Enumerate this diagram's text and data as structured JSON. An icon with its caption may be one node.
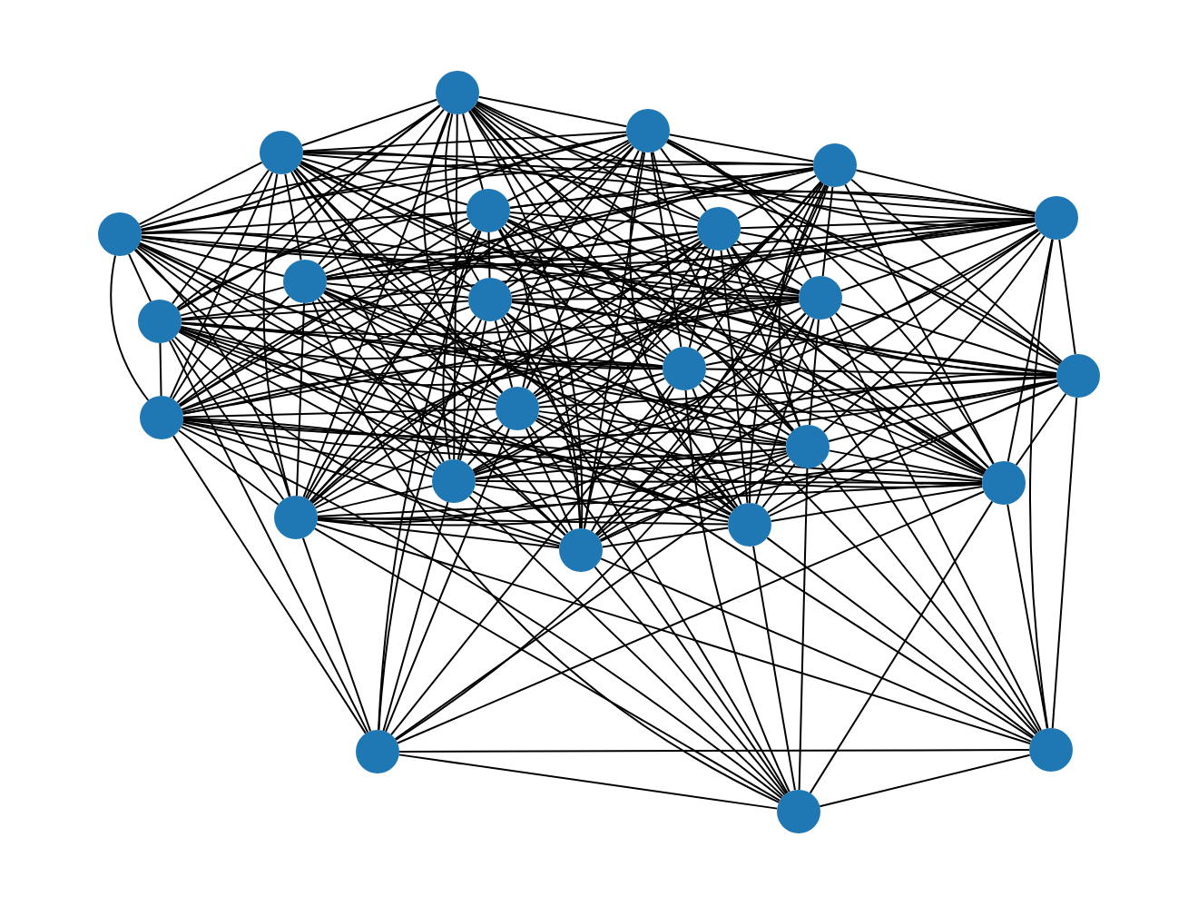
{
  "diagram": {
    "nodes": [
      {
        "text": [],
        "shape": "circle"
      },
      {
        "text": [],
        "shape": "circle"
      },
      {
        "text": [],
        "shape": "circle"
      },
      {
        "text": [],
        "shape": "circle"
      },
      {
        "text": [],
        "shape": "circle"
      },
      {
        "text": [],
        "shape": "circle"
      },
      {
        "text": [],
        "shape": "circle"
      },
      {
        "text": [],
        "shape": "circle"
      },
      {
        "text": [],
        "shape": "circle"
      },
      {
        "text": [],
        "shape": "circle"
      },
      {
        "text": [],
        "shape": "circle"
      },
      {
        "text": [],
        "shape": "circle"
      },
      {
        "text": [],
        "shape": "circle"
      },
      {
        "text": [],
        "shape": "circle"
      },
      {
        "text": [],
        "shape": "circle"
      },
      {
        "text": [],
        "shape": "circle"
      },
      {
        "text": [],
        "shape": "circle"
      },
      {
        "text": [],
        "shape": "circle"
      },
      {
        "text": [],
        "shape": "circle"
      },
      {
        "text": [],
        "shape": "circle"
      },
      {
        "text": [],
        "shape": "circle"
      },
      {
        "text": [],
        "shape": "circle"
      },
      {
        "text": [],
        "shape": "circle"
      },
      {
        "text": [],
        "shape": "circle"
      },
      {
        "text": [],
        "shape": "circle"
      }
    ],
    "edges": [
      {
        "from": 0,
        "to": 1,
        "arrow": "none"
      },
      {
        "from": 0,
        "to": 2,
        "arrow": "none"
      },
      {
        "from": 0,
        "to": 3,
        "arrow": "none"
      },
      {
        "from": 0,
        "to": 4,
        "arrow": "none"
      },
      {
        "from": 0,
        "to": 5,
        "arrow": "none"
      },
      {
        "from": 0,
        "to": 6,
        "arrow": "none"
      },
      {
        "from": 0,
        "to": 7,
        "arrow": "none"
      },
      {
        "from": 0,
        "to": 8,
        "arrow": "none"
      },
      {
        "from": 0,
        "to": 9,
        "arrow": "none"
      },
      {
        "from": 0,
        "to": 10,
        "arrow": "none"
      },
      {
        "from": 0,
        "to": 11,
        "arrow": "none"
      },
      {
        "from": 0,
        "to": 12,
        "arrow": "none"
      },
      {
        "from": 0,
        "to": 13,
        "arrow": "none"
      },
      {
        "from": 0,
        "to": 14,
        "arrow": "none"
      },
      {
        "from": 0,
        "to": 15,
        "arrow": "none"
      },
      {
        "from": 0,
        "to": 16,
        "arrow": "none"
      },
      {
        "from": 0,
        "to": 17,
        "arrow": "none"
      },
      {
        "from": 0,
        "to": 18,
        "arrow": "none"
      },
      {
        "from": 0,
        "to": 19,
        "arrow": "none"
      },
      {
        "from": 0,
        "to": 20,
        "arrow": "none"
      },
      {
        "from": 0,
        "to": 21,
        "arrow": "none"
      },
      {
        "from": 1,
        "to": 2,
        "arrow": "none"
      },
      {
        "from": 1,
        "to": 3,
        "arrow": "none"
      },
      {
        "from": 1,
        "to": 4,
        "arrow": "none"
      },
      {
        "from": 1,
        "to": 5,
        "arrow": "none"
      },
      {
        "from": 1,
        "to": 6,
        "arrow": "none"
      },
      {
        "from": 1,
        "to": 7,
        "arrow": "none"
      },
      {
        "from": 1,
        "to": 8,
        "arrow": "none"
      },
      {
        "from": 1,
        "to": 9,
        "arrow": "none"
      },
      {
        "from": 1,
        "to": 10,
        "arrow": "none"
      },
      {
        "from": 1,
        "to": 11,
        "arrow": "none"
      },
      {
        "from": 1,
        "to": 12,
        "arrow": "none"
      },
      {
        "from": 1,
        "to": 13,
        "arrow": "none"
      },
      {
        "from": 1,
        "to": 14,
        "arrow": "none"
      },
      {
        "from": 1,
        "to": 15,
        "arrow": "none"
      },
      {
        "from": 1,
        "to": 16,
        "arrow": "none"
      },
      {
        "from": 1,
        "to": 17,
        "arrow": "none"
      },
      {
        "from": 1,
        "to": 18,
        "arrow": "none"
      },
      {
        "from": 1,
        "to": 19,
        "arrow": "none"
      },
      {
        "from": 1,
        "to": 20,
        "arrow": "none"
      },
      {
        "from": 1,
        "to": 21,
        "arrow": "none"
      },
      {
        "from": 2,
        "to": 3,
        "arrow": "none"
      },
      {
        "from": 2,
        "to": 4,
        "arrow": "none"
      },
      {
        "from": 2,
        "to": 5,
        "arrow": "none"
      },
      {
        "from": 2,
        "to": 6,
        "arrow": "none"
      },
      {
        "from": 2,
        "to": 7,
        "arrow": "none"
      },
      {
        "from": 2,
        "to": 8,
        "arrow": "none"
      },
      {
        "from": 2,
        "to": 9,
        "arrow": "none"
      },
      {
        "from": 2,
        "to": 10,
        "arrow": "none"
      },
      {
        "from": 2,
        "to": 11,
        "arrow": "none"
      },
      {
        "from": 2,
        "to": 12,
        "arrow": "none"
      },
      {
        "from": 2,
        "to": 13,
        "arrow": "none"
      },
      {
        "from": 2,
        "to": 14,
        "arrow": "none"
      },
      {
        "from": 2,
        "to": 15,
        "arrow": "none"
      },
      {
        "from": 2,
        "to": 16,
        "arrow": "none"
      },
      {
        "from": 2,
        "to": 17,
        "arrow": "none"
      },
      {
        "from": 2,
        "to": 18,
        "arrow": "none"
      },
      {
        "from": 2,
        "to": 19,
        "arrow": "none"
      },
      {
        "from": 2,
        "to": 20,
        "arrow": "none"
      },
      {
        "from": 2,
        "to": 21,
        "arrow": "none"
      },
      {
        "from": 3,
        "to": 4,
        "arrow": "none"
      },
      {
        "from": 3,
        "to": 5,
        "arrow": "none"
      },
      {
        "from": 3,
        "to": 6,
        "arrow": "none"
      },
      {
        "from": 3,
        "to": 7,
        "arrow": "none"
      },
      {
        "from": 3,
        "to": 8,
        "arrow": "none"
      },
      {
        "from": 3,
        "to": 9,
        "arrow": "none"
      },
      {
        "from": 3,
        "to": 10,
        "arrow": "none"
      },
      {
        "from": 3,
        "to": 11,
        "arrow": "none"
      },
      {
        "from": 3,
        "to": 12,
        "arrow": "none"
      },
      {
        "from": 3,
        "to": 13,
        "arrow": "none"
      },
      {
        "from": 3,
        "to": 14,
        "arrow": "none"
      },
      {
        "from": 3,
        "to": 15,
        "arrow": "none"
      },
      {
        "from": 3,
        "to": 16,
        "arrow": "none"
      },
      {
        "from": 3,
        "to": 17,
        "arrow": "none"
      },
      {
        "from": 3,
        "to": 18,
        "arrow": "none"
      },
      {
        "from": 3,
        "to": 19,
        "arrow": "none"
      },
      {
        "from": 3,
        "to": 20,
        "arrow": "none"
      },
      {
        "from": 3,
        "to": 21,
        "arrow": "none"
      },
      {
        "from": 4,
        "to": 5,
        "arrow": "none"
      },
      {
        "from": 4,
        "to": 6,
        "arrow": "none"
      },
      {
        "from": 4,
        "to": 7,
        "arrow": "none"
      },
      {
        "from": 4,
        "to": 8,
        "arrow": "none"
      },
      {
        "from": 4,
        "to": 9,
        "arrow": "none"
      },
      {
        "from": 4,
        "to": 10,
        "arrow": "none"
      },
      {
        "from": 4,
        "to": 11,
        "arrow": "none"
      },
      {
        "from": 4,
        "to": 12,
        "arrow": "none"
      },
      {
        "from": 4,
        "to": 13,
        "arrow": "none"
      },
      {
        "from": 4,
        "to": 14,
        "arrow": "none"
      },
      {
        "from": 4,
        "to": 15,
        "arrow": "none"
      },
      {
        "from": 4,
        "to": 16,
        "arrow": "none"
      },
      {
        "from": 4,
        "to": 17,
        "arrow": "none"
      },
      {
        "from": 4,
        "to": 18,
        "arrow": "none"
      },
      {
        "from": 4,
        "to": 19,
        "arrow": "none"
      },
      {
        "from": 4,
        "to": 20,
        "arrow": "none"
      },
      {
        "from": 4,
        "to": 21,
        "arrow": "none"
      },
      {
        "from": 5,
        "to": 6,
        "arrow": "none"
      },
      {
        "from": 5,
        "to": 7,
        "arrow": "none"
      },
      {
        "from": 5,
        "to": 8,
        "arrow": "none"
      },
      {
        "from": 5,
        "to": 9,
        "arrow": "none"
      },
      {
        "from": 5,
        "to": 10,
        "arrow": "none"
      },
      {
        "from": 5,
        "to": 11,
        "arrow": "none"
      },
      {
        "from": 5,
        "to": 12,
        "arrow": "none"
      },
      {
        "from": 5,
        "to": 13,
        "arrow": "none"
      },
      {
        "from": 5,
        "to": 14,
        "arrow": "none"
      },
      {
        "from": 5,
        "to": 15,
        "arrow": "none"
      },
      {
        "from": 5,
        "to": 16,
        "arrow": "none"
      },
      {
        "from": 5,
        "to": 17,
        "arrow": "none"
      },
      {
        "from": 5,
        "to": 18,
        "arrow": "none"
      },
      {
        "from": 5,
        "to": 19,
        "arrow": "none"
      },
      {
        "from": 5,
        "to": 20,
        "arrow": "none"
      },
      {
        "from": 5,
        "to": 21,
        "arrow": "none"
      },
      {
        "from": 6,
        "to": 7,
        "arrow": "none"
      },
      {
        "from": 6,
        "to": 8,
        "arrow": "none"
      },
      {
        "from": 6,
        "to": 9,
        "arrow": "none"
      },
      {
        "from": 6,
        "to": 10,
        "arrow": "none"
      },
      {
        "from": 6,
        "to": 11,
        "arrow": "none"
      },
      {
        "from": 6,
        "to": 12,
        "arrow": "none"
      },
      {
        "from": 6,
        "to": 13,
        "arrow": "none"
      },
      {
        "from": 6,
        "to": 14,
        "arrow": "none"
      },
      {
        "from": 6,
        "to": 15,
        "arrow": "none"
      },
      {
        "from": 6,
        "to": 16,
        "arrow": "none"
      },
      {
        "from": 6,
        "to": 17,
        "arrow": "none"
      },
      {
        "from": 6,
        "to": 18,
        "arrow": "none"
      },
      {
        "from": 6,
        "to": 19,
        "arrow": "none"
      },
      {
        "from": 6,
        "to": 20,
        "arrow": "none"
      },
      {
        "from": 6,
        "to": 21,
        "arrow": "none"
      },
      {
        "from": 7,
        "to": 8,
        "arrow": "none"
      },
      {
        "from": 7,
        "to": 9,
        "arrow": "none"
      },
      {
        "from": 7,
        "to": 10,
        "arrow": "none"
      },
      {
        "from": 7,
        "to": 11,
        "arrow": "none"
      },
      {
        "from": 7,
        "to": 12,
        "arrow": "none"
      },
      {
        "from": 7,
        "to": 13,
        "arrow": "none"
      },
      {
        "from": 7,
        "to": 14,
        "arrow": "none"
      },
      {
        "from": 7,
        "to": 15,
        "arrow": "none"
      },
      {
        "from": 7,
        "to": 16,
        "arrow": "none"
      },
      {
        "from": 7,
        "to": 17,
        "arrow": "none"
      },
      {
        "from": 7,
        "to": 18,
        "arrow": "none"
      },
      {
        "from": 7,
        "to": 19,
        "arrow": "none"
      },
      {
        "from": 7,
        "to": 20,
        "arrow": "none"
      },
      {
        "from": 7,
        "to": 21,
        "arrow": "none"
      },
      {
        "from": 8,
        "to": 9,
        "arrow": "none"
      },
      {
        "from": 8,
        "to": 10,
        "arrow": "none"
      },
      {
        "from": 8,
        "to": 11,
        "arrow": "none"
      },
      {
        "from": 8,
        "to": 12,
        "arrow": "none"
      },
      {
        "from": 8,
        "to": 13,
        "arrow": "none"
      },
      {
        "from": 8,
        "to": 14,
        "arrow": "none"
      },
      {
        "from": 8,
        "to": 15,
        "arrow": "none"
      },
      {
        "from": 8,
        "to": 16,
        "arrow": "none"
      },
      {
        "from": 8,
        "to": 17,
        "arrow": "none"
      },
      {
        "from": 8,
        "to": 18,
        "arrow": "none"
      },
      {
        "from": 8,
        "to": 19,
        "arrow": "none"
      },
      {
        "from": 8,
        "to": 20,
        "arrow": "none"
      },
      {
        "from": 8,
        "to": 21,
        "arrow": "none"
      },
      {
        "from": 9,
        "to": 10,
        "arrow": "none"
      },
      {
        "from": 9,
        "to": 11,
        "arrow": "none"
      },
      {
        "from": 9,
        "to": 12,
        "arrow": "none"
      },
      {
        "from": 9,
        "to": 13,
        "arrow": "none"
      },
      {
        "from": 9,
        "to": 14,
        "arrow": "none"
      },
      {
        "from": 9,
        "to": 15,
        "arrow": "none"
      },
      {
        "from": 9,
        "to": 16,
        "arrow": "none"
      },
      {
        "from": 9,
        "to": 17,
        "arrow": "none"
      },
      {
        "from": 9,
        "to": 18,
        "arrow": "none"
      },
      {
        "from": 9,
        "to": 19,
        "arrow": "none"
      },
      {
        "from": 9,
        "to": 20,
        "arrow": "none"
      },
      {
        "from": 9,
        "to": 21,
        "arrow": "none"
      },
      {
        "from": 10,
        "to": 11,
        "arrow": "none"
      },
      {
        "from": 10,
        "to": 12,
        "arrow": "none"
      },
      {
        "from": 10,
        "to": 13,
        "arrow": "none"
      },
      {
        "from": 10,
        "to": 14,
        "arrow": "none"
      },
      {
        "from": 10,
        "to": 15,
        "arrow": "none"
      },
      {
        "from": 10,
        "to": 16,
        "arrow": "none"
      },
      {
        "from": 10,
        "to": 17,
        "arrow": "none"
      },
      {
        "from": 10,
        "to": 18,
        "arrow": "none"
      },
      {
        "from": 10,
        "to": 19,
        "arrow": "none"
      },
      {
        "from": 10,
        "to": 20,
        "arrow": "none"
      },
      {
        "from": 10,
        "to": 21,
        "arrow": "none"
      },
      {
        "from": 11,
        "to": 12,
        "arrow": "none"
      },
      {
        "from": 11,
        "to": 14,
        "arrow": "none"
      },
      {
        "from": 11,
        "to": 15,
        "arrow": "none"
      },
      {
        "from": 11,
        "to": 16,
        "arrow": "none"
      },
      {
        "from": 11,
        "to": 17,
        "arrow": "none"
      },
      {
        "from": 11,
        "to": 18,
        "arrow": "none"
      },
      {
        "from": 11,
        "to": 19,
        "arrow": "none"
      },
      {
        "from": 11,
        "to": 20,
        "arrow": "none"
      },
      {
        "from": 11,
        "to": 21,
        "arrow": "none"
      },
      {
        "from": 12,
        "to": 13,
        "arrow": "none"
      },
      {
        "from": 12,
        "to": 14,
        "arrow": "none"
      },
      {
        "from": 12,
        "to": 15,
        "arrow": "none"
      },
      {
        "from": 12,
        "to": 16,
        "arrow": "none"
      },
      {
        "from": 12,
        "to": 17,
        "arrow": "none"
      },
      {
        "from": 12,
        "to": 18,
        "arrow": "none"
      },
      {
        "from": 12,
        "to": 19,
        "arrow": "none"
      },
      {
        "from": 12,
        "to": 20,
        "arrow": "none"
      },
      {
        "from": 12,
        "to": 21,
        "arrow": "none"
      },
      {
        "from": 13,
        "to": 14,
        "arrow": "none"
      },
      {
        "from": 13,
        "to": 15,
        "arrow": "none"
      },
      {
        "from": 13,
        "to": 16,
        "arrow": "none"
      },
      {
        "from": 13,
        "to": 17,
        "arrow": "none"
      },
      {
        "from": 13,
        "to": 18,
        "arrow": "none"
      },
      {
        "from": 13,
        "to": 19,
        "arrow": "none"
      },
      {
        "from": 13,
        "to": 20,
        "arrow": "none"
      },
      {
        "from": 13,
        "to": 21,
        "arrow": "none"
      },
      {
        "from": 14,
        "to": 15,
        "arrow": "none"
      },
      {
        "from": 14,
        "to": 16,
        "arrow": "none"
      },
      {
        "from": 14,
        "to": 17,
        "arrow": "none"
      },
      {
        "from": 14,
        "to": 18,
        "arrow": "none"
      },
      {
        "from": 14,
        "to": 19,
        "arrow": "none"
      },
      {
        "from": 14,
        "to": 20,
        "arrow": "none"
      },
      {
        "from": 14,
        "to": 21,
        "arrow": "none"
      },
      {
        "from": 15,
        "to": 16,
        "arrow": "none"
      },
      {
        "from": 15,
        "to": 17,
        "arrow": "none"
      },
      {
        "from": 15,
        "to": 18,
        "arrow": "none"
      },
      {
        "from": 15,
        "to": 19,
        "arrow": "none"
      },
      {
        "from": 15,
        "to": 20,
        "arrow": "none"
      },
      {
        "from": 15,
        "to": 21,
        "arrow": "none"
      },
      {
        "from": 16,
        "to": 17,
        "arrow": "none"
      },
      {
        "from": 16,
        "to": 18,
        "arrow": "none"
      },
      {
        "from": 16,
        "to": 19,
        "arrow": "none"
      },
      {
        "from": 16,
        "to": 20,
        "arrow": "none"
      },
      {
        "from": 16,
        "to": 21,
        "arrow": "none"
      },
      {
        "from": 17,
        "to": 18,
        "arrow": "none"
      },
      {
        "from": 17,
        "to": 19,
        "arrow": "none"
      },
      {
        "from": 17,
        "to": 20,
        "arrow": "none"
      },
      {
        "from": 17,
        "to": 21,
        "arrow": "none"
      },
      {
        "from": 18,
        "to": 19,
        "arrow": "none"
      },
      {
        "from": 18,
        "to": 20,
        "arrow": "none"
      },
      {
        "from": 18,
        "to": 21,
        "arrow": "none"
      },
      {
        "from": 19,
        "to": 20,
        "arrow": "none"
      },
      {
        "from": 19,
        "to": 21,
        "arrow": "none"
      },
      {
        "from": 20,
        "to": 21,
        "arrow": "none"
      },
      {
        "from": 23,
        "to": 19,
        "arrow": "none"
      },
      {
        "from": 23,
        "to": 15,
        "arrow": "none"
      },
      {
        "from": 23,
        "to": 11,
        "arrow": "none"
      },
      {
        "from": 23,
        "to": 17,
        "arrow": "none"
      },
      {
        "from": 23,
        "to": 14,
        "arrow": "none"
      },
      {
        "from": 23,
        "to": 10,
        "arrow": "none"
      },
      {
        "from": 23,
        "to": 12,
        "arrow": "none"
      },
      {
        "from": 23,
        "to": 16,
        "arrow": "none"
      },
      {
        "from": 23,
        "to": 9,
        "arrow": "none"
      },
      {
        "from": 23,
        "to": 18,
        "arrow": "none"
      },
      {
        "from": 23,
        "to": 22,
        "arrow": "none"
      },
      {
        "from": 23,
        "to": 24,
        "arrow": "none"
      },
      {
        "from": 23,
        "to": 4,
        "arrow": "none"
      },
      {
        "from": 24,
        "to": 22,
        "arrow": "none"
      },
      {
        "from": 24,
        "to": 19,
        "arrow": "none"
      },
      {
        "from": 24,
        "to": 15,
        "arrow": "none"
      },
      {
        "from": 24,
        "to": 17,
        "arrow": "none"
      },
      {
        "from": 24,
        "to": 21,
        "arrow": "none"
      },
      {
        "from": 24,
        "to": 20,
        "arrow": "none"
      },
      {
        "from": 24,
        "to": 16,
        "arrow": "none"
      },
      {
        "from": 24,
        "to": 18,
        "arrow": "none"
      },
      {
        "from": 24,
        "to": 12,
        "arrow": "none"
      },
      {
        "from": 24,
        "to": 14,
        "arrow": "none"
      },
      {
        "from": 24,
        "to": 8,
        "arrow": "none"
      },
      {
        "from": 24,
        "to": 10,
        "arrow": "none"
      },
      {
        "from": 22,
        "to": 18,
        "arrow": "none"
      },
      {
        "from": 22,
        "to": 13,
        "arrow": "none"
      },
      {
        "from": 22,
        "to": 5,
        "arrow": "none"
      },
      {
        "from": 22,
        "to": 16,
        "arrow": "none"
      },
      {
        "from": 22,
        "to": 12,
        "arrow": "none"
      },
      {
        "from": 22,
        "to": 20,
        "arrow": "none"
      },
      {
        "from": 22,
        "to": 21,
        "arrow": "none"
      },
      {
        "from": 22,
        "to": 19,
        "arrow": "none"
      },
      {
        "from": 22,
        "to": 14,
        "arrow": "none"
      },
      {
        "from": 22,
        "to": 9,
        "arrow": "none"
      },
      {
        "from": 22,
        "to": 6,
        "arrow": "none"
      }
    ]
  }
}
